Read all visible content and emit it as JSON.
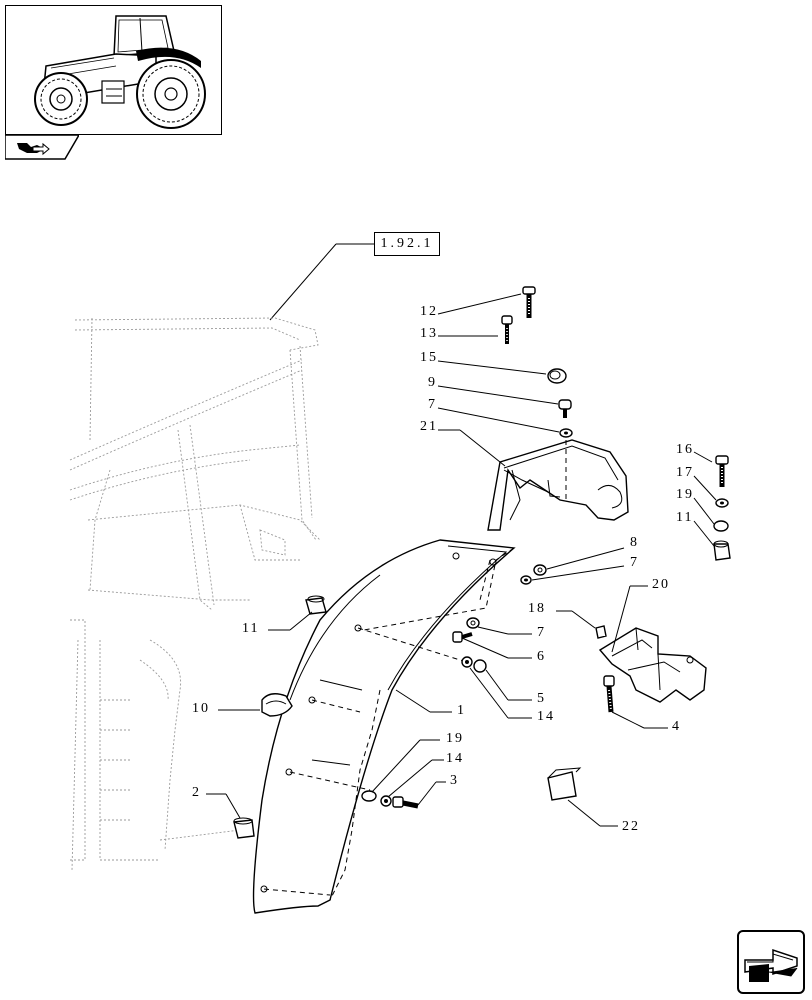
{
  "reference_code": "1.92.1",
  "callouts": [
    {
      "id": "c12a",
      "text": "12"
    },
    {
      "id": "c13",
      "text": "13"
    },
    {
      "id": "c15",
      "text": "15"
    },
    {
      "id": "c9",
      "text": "9"
    },
    {
      "id": "c7a",
      "text": "7"
    },
    {
      "id": "c21",
      "text": "21"
    },
    {
      "id": "c16",
      "text": "16"
    },
    {
      "id": "c17",
      "text": "17"
    },
    {
      "id": "c19a",
      "text": "19"
    },
    {
      "id": "c11a",
      "text": "11"
    },
    {
      "id": "c8",
      "text": "8"
    },
    {
      "id": "c7b",
      "text": "7"
    },
    {
      "id": "c20",
      "text": "20"
    },
    {
      "id": "c18",
      "text": "18"
    },
    {
      "id": "c11b",
      "text": "11"
    },
    {
      "id": "c7c",
      "text": "7"
    },
    {
      "id": "c6",
      "text": "6"
    },
    {
      "id": "c5",
      "text": "5"
    },
    {
      "id": "c14a",
      "text": "14"
    },
    {
      "id": "c10",
      "text": "10"
    },
    {
      "id": "c1",
      "text": "1"
    },
    {
      "id": "c4",
      "text": "4"
    },
    {
      "id": "c19b",
      "text": "19"
    },
    {
      "id": "c14b",
      "text": "14"
    },
    {
      "id": "c3",
      "text": "3"
    },
    {
      "id": "c2",
      "text": "2"
    },
    {
      "id": "c22",
      "text": "22"
    }
  ],
  "icons": {
    "thumbnail": "tractor-thumbnail-icon",
    "section_tab": "book-arrow-icon",
    "nav": "next-page-arrow-icon"
  }
}
